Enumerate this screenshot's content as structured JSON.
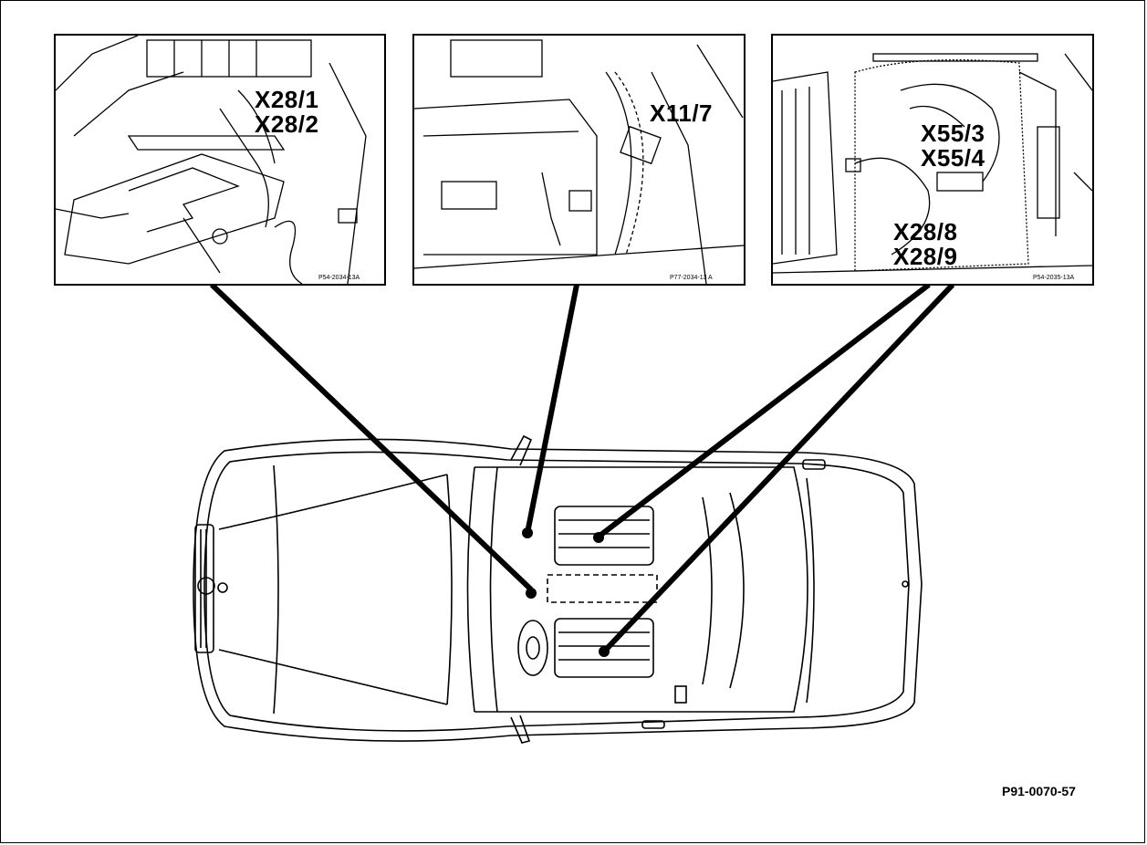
{
  "insets": [
    {
      "id": "console",
      "labels": [
        "X28/1",
        "X28/2"
      ],
      "ref": "P54-2034-13A"
    },
    {
      "id": "footwell",
      "labels": [
        "X11/7"
      ],
      "ref": "P77-2034-13 A"
    },
    {
      "id": "seat",
      "labels": [
        "X55/3",
        "X55/4",
        "X28/8",
        "X28/9"
      ],
      "ref": "P54-2035-13A"
    }
  ],
  "figure_id": "P91-0070-57"
}
